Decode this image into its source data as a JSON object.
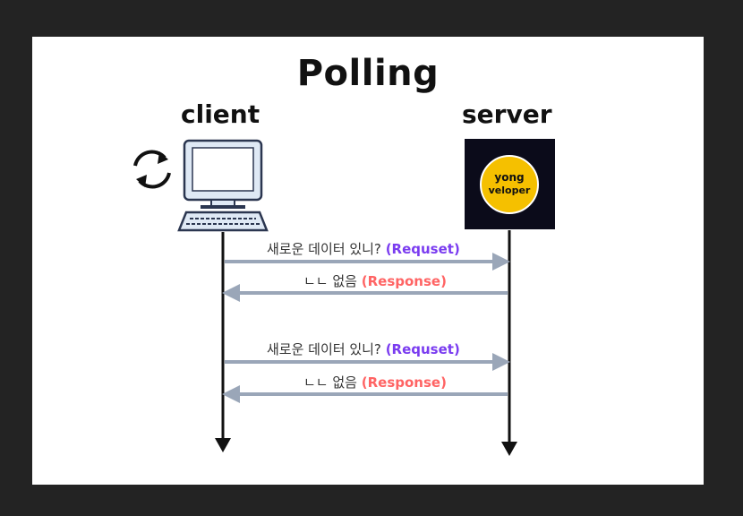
{
  "title": "Polling",
  "client_label": "client",
  "server_label": "server",
  "logo_text": [
    "yong",
    "veloper"
  ],
  "messages": [
    {
      "text": "새로운 데이터 있니?",
      "tag": "(Requset)"
    },
    {
      "text": "ㄴㄴ 없음",
      "tag": "(Response)"
    },
    {
      "text": "새로운 데이터 있니?",
      "tag": "(Requset)"
    },
    {
      "text": "ㄴㄴ 없음",
      "tag": "(Response)"
    }
  ],
  "colors": {
    "request": "#7a3cf0",
    "response": "#ff6464",
    "arrow": "#9aa6b8",
    "logo_yellow": "#f5c000"
  },
  "icons": [
    "refresh-icon",
    "computer-icon",
    "yongveloper-logo"
  ]
}
